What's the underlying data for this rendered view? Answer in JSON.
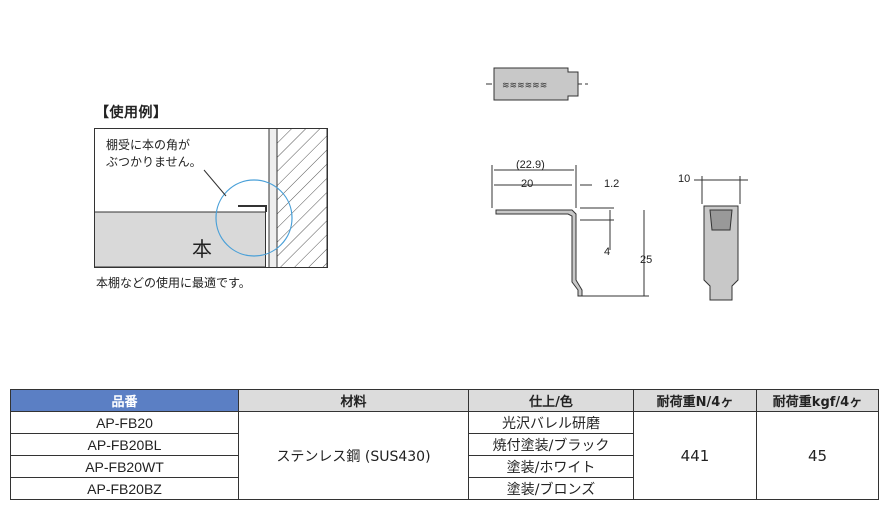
{
  "example": {
    "heading": "【使用例】",
    "note_line1": "棚受に本の角が",
    "note_line2": "ぶつかりません。",
    "book_label": "本",
    "caption": "本棚などの使用に最適です。"
  },
  "dimensions": {
    "d_22_9": "(22.9)",
    "d_20": "20",
    "d_1_2": "1.2",
    "d_4": "4",
    "d_25": "25",
    "d_10": "10"
  },
  "table": {
    "headers": [
      "品番",
      "材料",
      "仕上/色",
      "耐荷重N/4ヶ",
      "耐荷重kgf/4ヶ"
    ],
    "models": [
      "AP-FB20",
      "AP-FB20BL",
      "AP-FB20WT",
      "AP-FB20BZ"
    ],
    "material": "ステンレス鋼 (SUS430)",
    "finishes": [
      "光沢バレル研磨",
      "焼付塗装/ブラック",
      "塗装/ホワイト",
      "塗装/ブロンズ"
    ],
    "load_n": "441",
    "load_kgf": "45"
  },
  "colors": {
    "header_accent": "#5b7fc4",
    "header_gray": "#dcdcdc",
    "part_gray": "#c8c8c8"
  }
}
